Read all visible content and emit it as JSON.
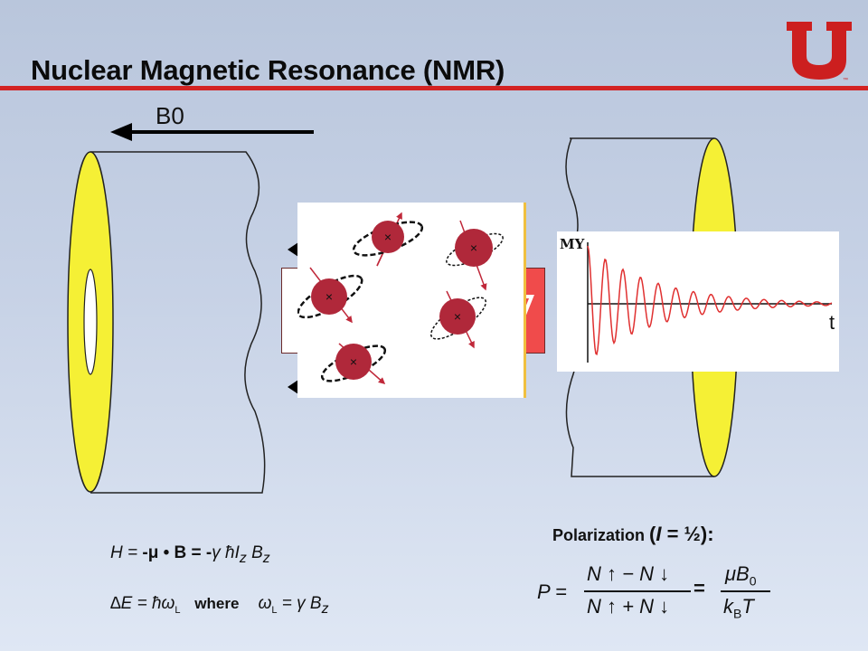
{
  "slide": {
    "title": "Nuclear Magnetic Resonance (NMR)",
    "field_label": "B0",
    "colors": {
      "accent_red": "#d32323",
      "coil_yellow": "#f5f035",
      "nucleus_red": "#b0283a",
      "signal_red": "#e03030"
    }
  },
  "fid": {
    "y_label": "MY",
    "x_label": "t"
  },
  "spins": {
    "nucleus_mark": "×"
  },
  "formulas": {
    "hamiltonian": {
      "h": "H = ",
      "mu": "-μ",
      "dot": " • ",
      "b": "B",
      "eq": " = -",
      "gamma": "γ",
      "hbar": " ħ",
      "i": "I",
      "sub_z": "z",
      "bz": " B",
      "sub_z2": "z"
    },
    "energy": {
      "delta": "∆E = ħω",
      "sub_l": "L",
      "where": "where",
      "omega": "ω",
      "sub_l2": "L",
      "rest": " = γ B",
      "sub_z": "z"
    },
    "polarization_label": {
      "prefix": "Polarization ",
      "open": "(",
      "i": "I",
      "eq": " = ½",
      "close": "):"
    },
    "polarization": {
      "p": "P =",
      "num": "N ↑ − N ↓",
      "den": "N ↑ + N ↓",
      "equals": "=",
      "mu_b": "μB",
      "mu_sub": "0",
      "kb": "k",
      "kb_sub": "B",
      "t": "T"
    }
  },
  "logo": {
    "letter": "U",
    "mark": "™"
  }
}
